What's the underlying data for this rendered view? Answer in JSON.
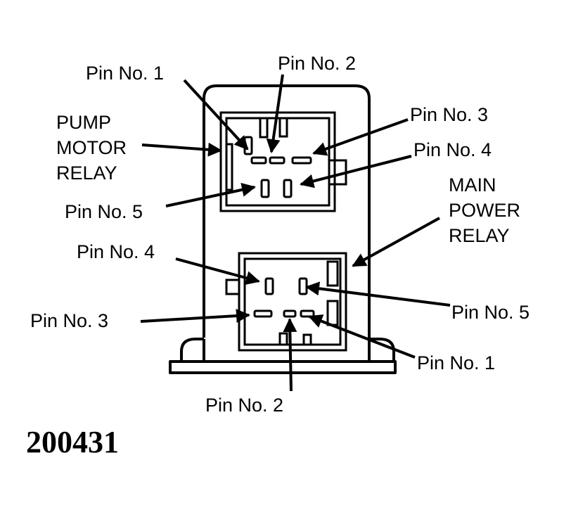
{
  "labels": {
    "pump_pin1": "Pin No. 1",
    "pump_pin2": "Pin No. 2",
    "pump_pin3": "Pin No. 3",
    "pump_pin4": "Pin No. 4",
    "pump_pin5": "Pin No. 5",
    "pump_relay_line1": "PUMP",
    "pump_relay_line2": "MOTOR",
    "pump_relay_line3": "RELAY",
    "main_relay_line1": "MAIN",
    "main_relay_line2": "POWER",
    "main_relay_line3": "RELAY",
    "main_pin4": "Pin No. 4",
    "main_pin5": "Pin No. 5",
    "main_pin3": "Pin No. 3",
    "main_pin1": "Pin No. 1",
    "main_pin2": "Pin No. 2"
  },
  "figure_number": "200431",
  "colors": {
    "ink": "#000000",
    "paper": "#ffffff"
  }
}
